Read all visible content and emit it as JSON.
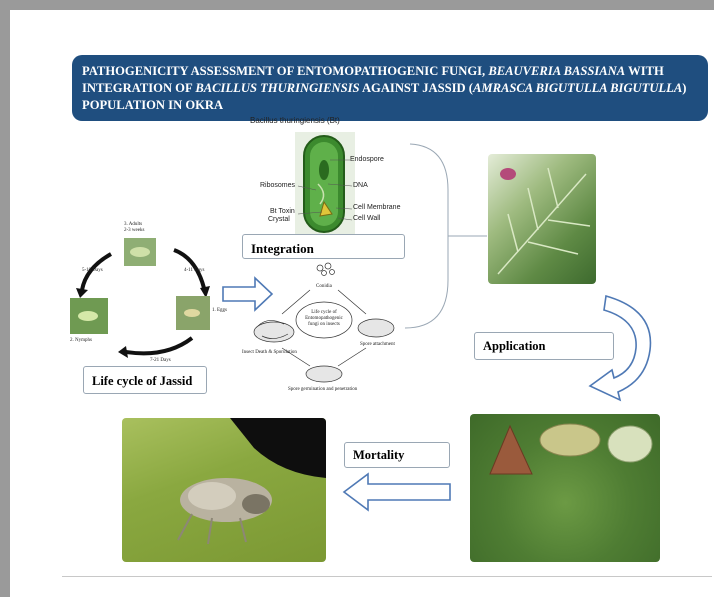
{
  "title": {
    "part1": "PATHOGENICITY ASSESSMENT OF ENTOMOPATHOGENIC FUNGI, ",
    "part2_italic": "BEAUVERIA BASSIANA",
    "part3": " WITH INTEGRATION OF ",
    "part4_italic": "BACILLUS THURINGIENSIS",
    "part5": " AGAINST JASSID (",
    "part6_italic": "AMRASCA BIGUTULLA BIGUTULLA",
    "part7": ") POPULATION IN OKRA"
  },
  "bt_diagram": {
    "heading": "Bacillus thuringiensis (Bt)",
    "labels": {
      "endospore": "Endospore",
      "ribosomes": "Ribosomes",
      "dna": "DNA",
      "bt_toxin": "Bt Toxin",
      "crystal": "Crystal",
      "cell_membrane": "Cell Membrane",
      "cell_wall": "Cell Wall"
    }
  },
  "boxes": {
    "integration": "Integration",
    "application": "Application",
    "mortality": "Mortality",
    "life_cycle": "Life cycle of Jassid"
  },
  "jassid_cycle": {
    "adults": "3. Adults",
    "adults_time": "2-3 weeks",
    "eggs": "1. Eggs",
    "nymphs": "2. Nymphs",
    "days_a": "5-10 Days",
    "days_b": "4-11 Days",
    "days_c": "7-21 Days"
  },
  "fungi_cycle": {
    "center": "Life cycle of Entomopathogenic fungi on insects",
    "conidia": "Conidia",
    "spore_attachment": "Spore attachment",
    "spore_germination": "Spore germination and penetration",
    "insect_death": "Insect Death & Sporulation"
  },
  "colors": {
    "banner": "#1f4e7f",
    "arrow_outline": "#4f79b5",
    "arrow_fill": "#ffffff",
    "bt_cell": "#3c8a2e"
  },
  "icons": [
    "right-arrow-icon",
    "left-arrow-icon",
    "curved-arrow-icon"
  ]
}
